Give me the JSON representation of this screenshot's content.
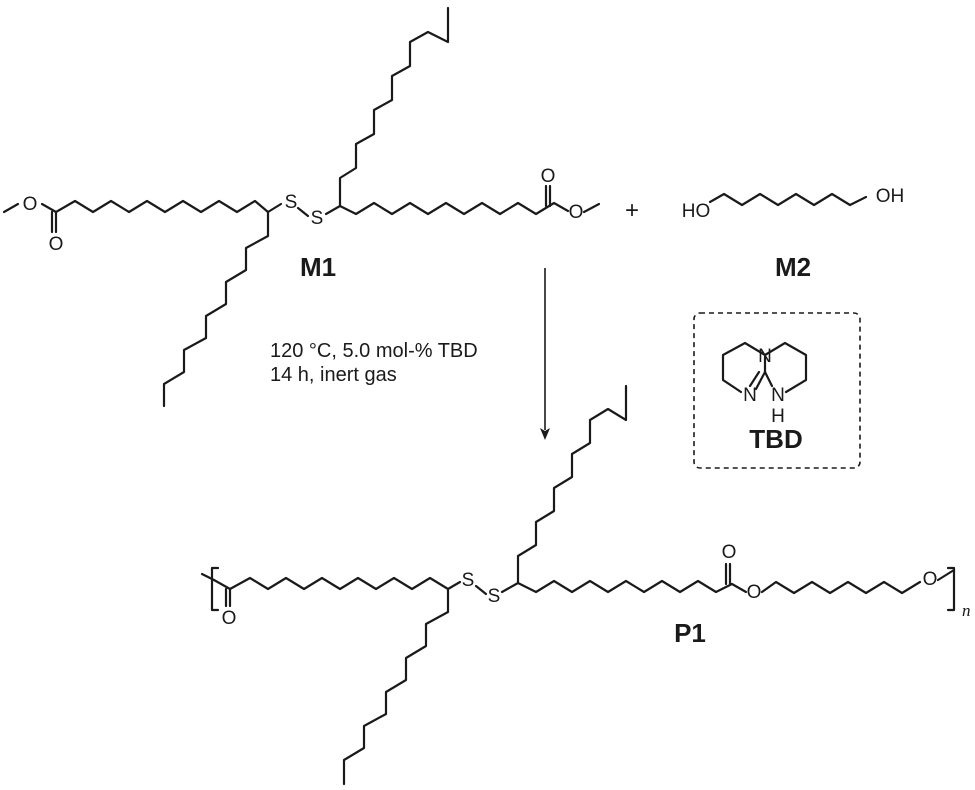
{
  "labels": {
    "m1": "M1",
    "m2": "M2",
    "tbd": "TBD",
    "p1": "P1",
    "plus": "+"
  },
  "conditions": {
    "line1": "120 °C, 5.0 mol-% TBD",
    "line2": "14 h, inert gas"
  },
  "atoms": {
    "o": "O",
    "s": "S",
    "ho": "HO",
    "oh": "OH",
    "n": "N",
    "h": "H"
  },
  "polymer_subscript": "n"
}
